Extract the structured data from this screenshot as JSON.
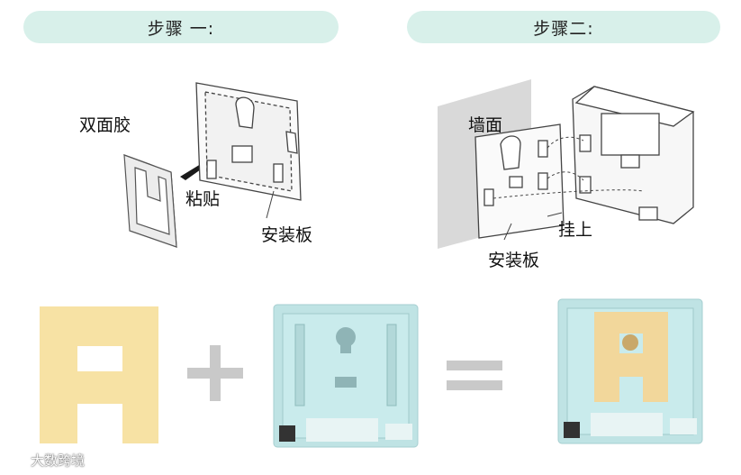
{
  "step1": {
    "title": "步骤 一:"
  },
  "step2": {
    "title": "步骤二:"
  },
  "labels": {
    "double_tape": "双面胶",
    "paste": "粘贴",
    "mount_plate_1": "安装板",
    "wall": "墙面",
    "hang": "挂上",
    "mount_plate_2": "安装板"
  },
  "equation": {
    "plus": "+",
    "equals": "="
  },
  "watermark": {
    "text": "大数跨境"
  },
  "colors": {
    "pill": "#d8f0ea",
    "tape": "#f7e2a4",
    "plate": "#bfe3e4",
    "operator": "#c9c9c9"
  }
}
